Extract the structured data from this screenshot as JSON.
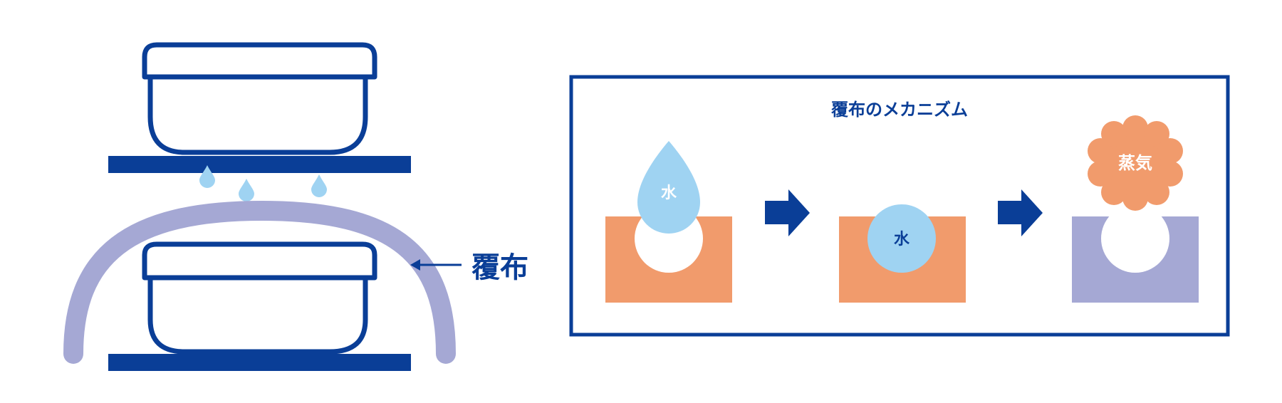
{
  "colors": {
    "navy": "#0a3e97",
    "light_blue": "#9fd3f2",
    "lavender": "#a5a8d4",
    "orange": "#f19b6c",
    "white": "#ffffff"
  },
  "left_diagram": {
    "cloth_label": "覆布"
  },
  "mechanism": {
    "title": "覆布のメカニズム",
    "step1": {
      "drop_label": "水"
    },
    "step2": {
      "bubble_label": "水"
    },
    "step3": {
      "cloud_label": "蒸気"
    }
  },
  "icons": {
    "step_arrow": "right-arrow-icon",
    "pointer_arrow": "left-arrow-icon"
  }
}
